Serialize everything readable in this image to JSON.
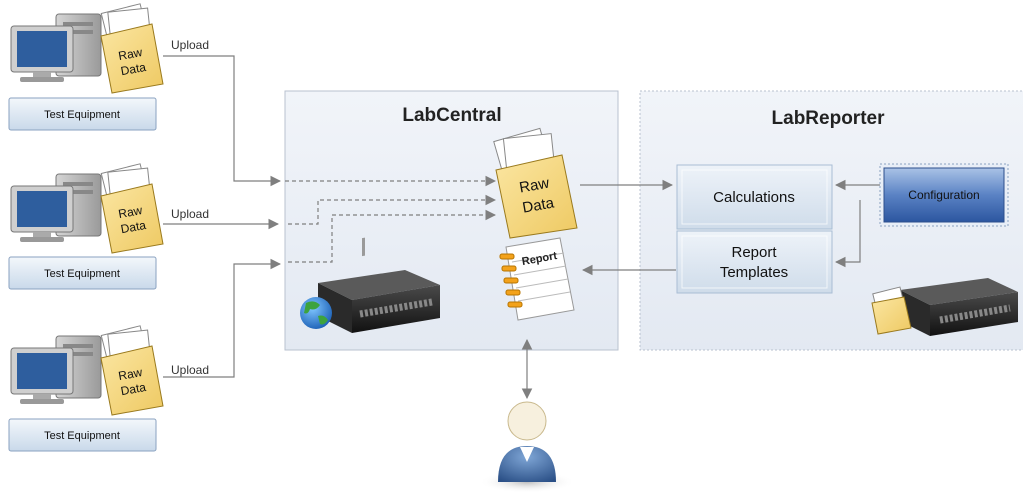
{
  "equipment": [
    {
      "folder_line1": "Raw",
      "folder_line2": "Data",
      "upload_label": "Upload",
      "button_label": "Test Equipment"
    },
    {
      "folder_line1": "Raw",
      "folder_line2": "Data",
      "upload_label": "Upload",
      "button_label": "Test Equipment"
    },
    {
      "folder_line1": "Raw",
      "folder_line2": "Data",
      "upload_label": "Upload",
      "button_label": "Test Equipment"
    }
  ],
  "labcentral": {
    "title": "LabCentral",
    "raw_data_line1": "Raw",
    "raw_data_line2": "Data",
    "report_label": "Report"
  },
  "labreporter": {
    "title": "LabReporter",
    "calculations_label": "Calculations",
    "report_templates_line1": "Report",
    "report_templates_line2": "Templates",
    "configuration_label": "Configuration"
  },
  "colors": {
    "panel_fill": "#e9eef5",
    "box_fill": "#dbe6f1",
    "config_fill": "#1f4e99",
    "arrow": "#7f7f7f"
  }
}
